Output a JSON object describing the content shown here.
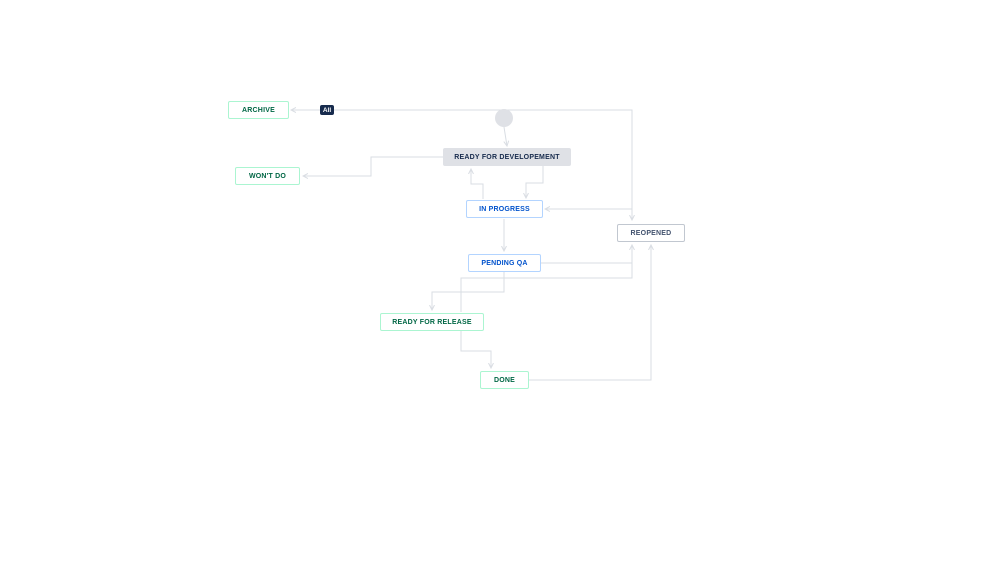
{
  "workflow": {
    "all_badge": "All",
    "statuses": {
      "archive": "ARCHIVE",
      "ready_for_development": "READY FOR DEVELOPEMENT",
      "wont_do": "WON'T DO",
      "in_progress": "IN PROGRESS",
      "reopened": "REOPENED",
      "pending_qa": "PENDING QA",
      "ready_for_release": "READY FOR RELEASE",
      "done": "DONE"
    },
    "status_categories": {
      "archive": "done",
      "ready_for_development": "todo",
      "wont_do": "done",
      "in_progress": "in-progress",
      "reopened": "todo",
      "pending_qa": "in-progress",
      "ready_for_release": "done",
      "done": "done"
    },
    "selected_status": "ready_for_development"
  },
  "colors": {
    "done_border": "#abf5d1",
    "done_text": "#006644",
    "in_progress_border": "#b3d4ff",
    "in_progress_text": "#0052cc",
    "todo_border": "#c1c7d0",
    "todo_text": "#42526e",
    "selected_fill": "#dfe1e6",
    "connector": "#d9dde3",
    "badge_fill": "#172b4d"
  }
}
